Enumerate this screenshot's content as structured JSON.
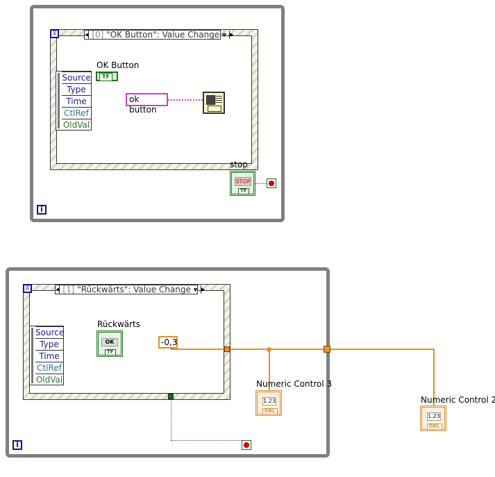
{
  "loop1": {
    "event_case": "\"OK Button\": Value Change",
    "event_index": "[0]",
    "node_items": [
      "Source",
      "Type",
      "Time",
      "CtlRef",
      "OldVal"
    ],
    "control_label": "OK Button",
    "control_tag": "TF",
    "string_constant": "ok button",
    "stop_label": "stop",
    "stop_button_text": "STOP",
    "stop_tag": "TF",
    "iteration_glyph": "i"
  },
  "loop2": {
    "event_case": "\"Rückwärts\": Value Change",
    "event_index": "[1]",
    "node_items": [
      "Source",
      "Type",
      "Time",
      "CtlRef",
      "OldVal"
    ],
    "control_label": "Rückwärts",
    "control_button_text": "OK",
    "control_tag": "TF",
    "numeric_constant": "-0,3",
    "iteration_glyph": "i"
  },
  "indicators": [
    {
      "label": "Numeric Control 3",
      "display": "1.23",
      "tag": "DBL"
    },
    {
      "label": "Numeric Control 2",
      "display": "1.23",
      "tag": "DBL"
    }
  ],
  "colors": {
    "boolean_wire": "#1a6a1a",
    "numeric_wire": "#e09030",
    "string_wire": "#d040c0",
    "loop_border": "#808080"
  }
}
